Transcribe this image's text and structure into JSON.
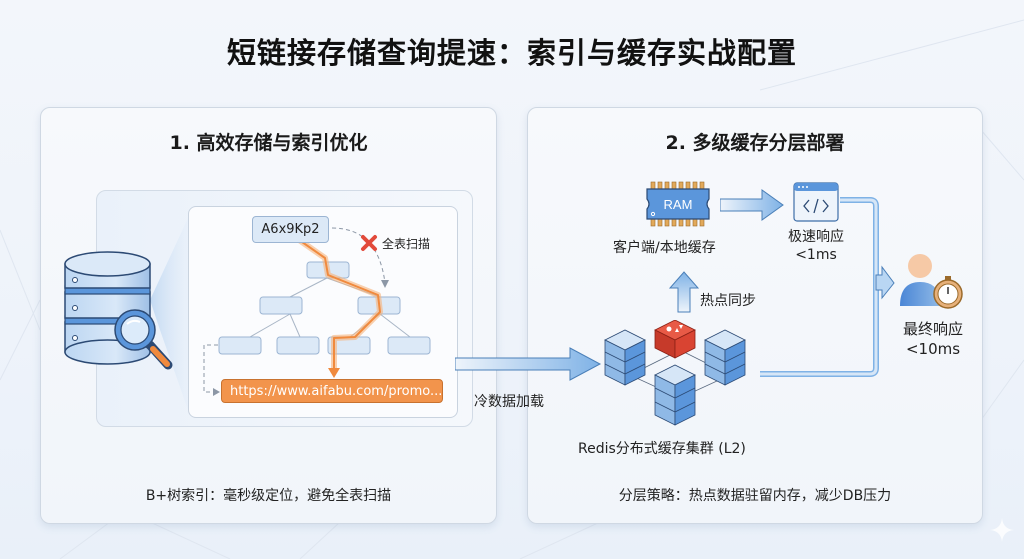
{
  "title": "短链接存储查询提速：索引与缓存实战配置",
  "panel1": {
    "title": "1. 高效存储与索引优化",
    "key_label": "A6x9Kp2",
    "scan_label": "全表扫描",
    "url_label": "https://www.aifabu.com/promo...",
    "footer": "B+树索引：毫秒级定位，避免全表扫描",
    "icons": [
      "database-icon",
      "magnifier-icon",
      "x-mark-icon",
      "b-tree-diagram"
    ]
  },
  "connector": {
    "cold_load_label": "冷数据加载"
  },
  "panel2": {
    "title": "2. 多级缓存分层部署",
    "ram_label": "RAM",
    "local_cache_label": "客户端/本地缓存",
    "fast_response_label": "极速响应",
    "fast_response_time": "<1ms",
    "hot_sync_label": "热点同步",
    "redis_label": "Redis分布式缓存集群 (L2)",
    "final_response_label": "最终响应",
    "final_response_time": "<10ms",
    "footer": "分层策略：热点数据驻留内存，减少DB压力",
    "icons": [
      "ram-chip-icon",
      "code-window-icon",
      "redis-icon",
      "server-stack-icon",
      "user-stopwatch-icon"
    ]
  },
  "colors": {
    "accent_blue": "#4a90d9",
    "accent_orange": "#f2944c",
    "redis_red": "#d94432",
    "error_red": "#e24a3b"
  }
}
